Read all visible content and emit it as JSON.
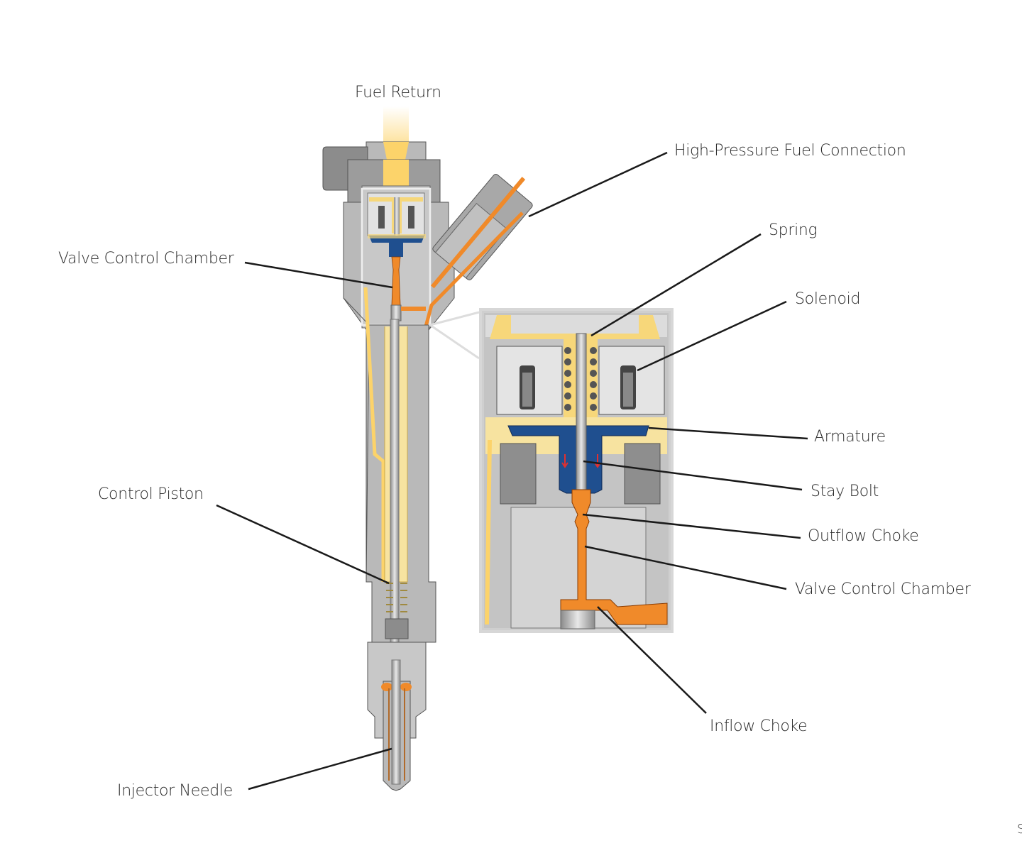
{
  "diagram": {
    "title": "Fuel Injector Cross-Section",
    "labels": {
      "fuel_return": "Fuel Return",
      "high_pressure": "High-Pressure Fuel Connection",
      "valve_control_chamber_left": "Valve Control Chamber",
      "control_piston": "Control Piston",
      "injector_needle": "Injector Needle",
      "spring": "Spring",
      "solenoid": "Solenoid",
      "armature": "Armature",
      "stay_bolt": "Stay Bolt",
      "outflow_choke": "Outflow Choke",
      "valve_control_chamber_right": "Valve Control Chamber",
      "inflow_choke": "Inflow Choke"
    },
    "page_marker": "S",
    "colors": {
      "body_gray": "#b9b9b9",
      "dark_gray": "#7c7c7c",
      "light_gray": "#dcdcdc",
      "return_yellow": "#fcd36a",
      "pale_yellow": "#f7e3a0",
      "high_pressure_orange": "#f08a2a",
      "armature_blue": "#1f4f8f",
      "leader_line": "#1a1a1a"
    }
  }
}
